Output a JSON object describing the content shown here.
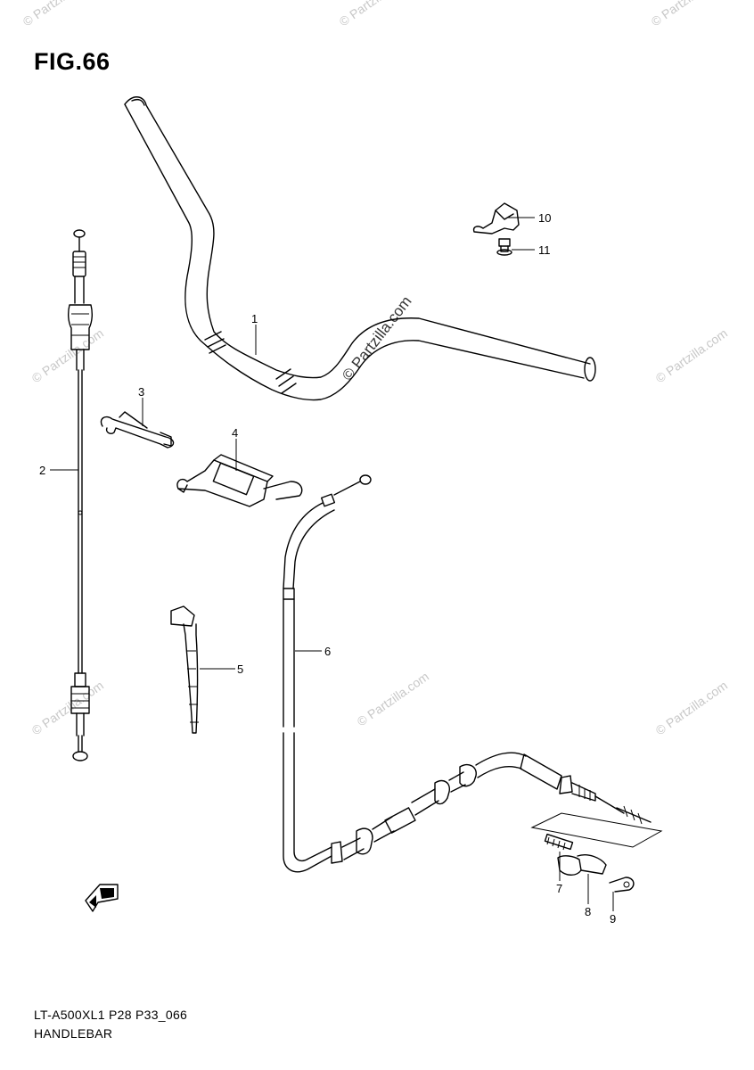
{
  "figure": {
    "title": "FIG.66",
    "model_code": "LT-A500XL1 P28 P33_066",
    "section_name": "HANDLEBAR"
  },
  "watermark": {
    "text": "© Partzilla.com"
  },
  "callouts": [
    {
      "id": "1",
      "label": "1"
    },
    {
      "id": "2",
      "label": "2"
    },
    {
      "id": "3",
      "label": "3"
    },
    {
      "id": "4",
      "label": "4"
    },
    {
      "id": "5",
      "label": "5"
    },
    {
      "id": "6",
      "label": "6"
    },
    {
      "id": "7",
      "label": "7"
    },
    {
      "id": "8",
      "label": "8"
    },
    {
      "id": "9",
      "label": "9"
    },
    {
      "id": "10",
      "label": "10"
    },
    {
      "id": "11",
      "label": "11"
    }
  ]
}
